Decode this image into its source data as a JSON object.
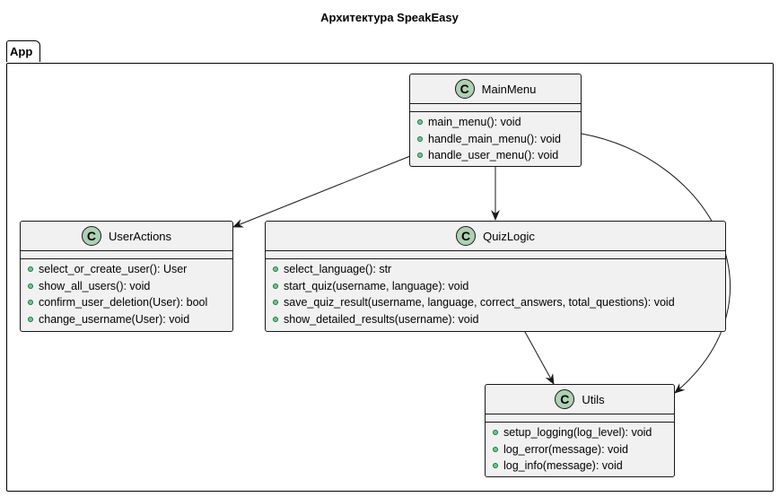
{
  "title": "Архитектура SpeakEasy",
  "package": {
    "name": "App"
  },
  "classes": {
    "main_menu": {
      "name": "MainMenu",
      "icon": "C",
      "methods": [
        "main_menu(): void",
        "handle_main_menu(): void",
        "handle_user_menu(): void"
      ]
    },
    "user_actions": {
      "name": "UserActions",
      "icon": "C",
      "methods": [
        "select_or_create_user(): User",
        "show_all_users(): void",
        "confirm_user_deletion(User): bool",
        "change_username(User): void"
      ]
    },
    "quiz_logic": {
      "name": "QuizLogic",
      "icon": "C",
      "methods": [
        "select_language(): str",
        "start_quiz(username, language): void",
        "save_quiz_result(username, language, correct_answers, total_questions): void",
        "show_detailed_results(username): void"
      ]
    },
    "utils": {
      "name": "Utils",
      "icon": "C",
      "methods": [
        "setup_logging(log_level): void",
        "log_error(message): void",
        "log_info(message): void"
      ]
    }
  },
  "relations": [
    {
      "from": "MainMenu",
      "to": "UserActions"
    },
    {
      "from": "MainMenu",
      "to": "QuizLogic"
    },
    {
      "from": "MainMenu",
      "to": "Utils"
    },
    {
      "from": "QuizLogic",
      "to": "Utils"
    }
  ],
  "colors": {
    "class_fill": "#f1f1f1",
    "class_icon": "#add1b2",
    "public_dot": "#84be84",
    "border": "#181818"
  }
}
